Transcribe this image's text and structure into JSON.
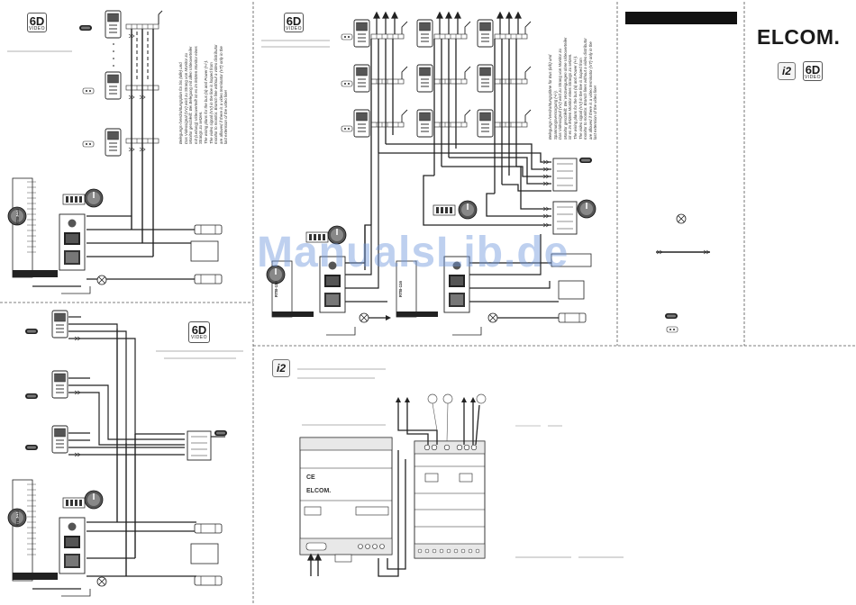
{
  "brand": {
    "logo_text": "ELCOM.",
    "watermark_text": "ManualsLib.de"
  },
  "badges": {
    "system_6d_big": "6D",
    "system_6d_small": "VIDEO",
    "system_i2": "i2"
  },
  "module_labels": {
    "door_station_module": "RTB-116"
  },
  "psu_labels": {
    "ce_mark": "CE",
    "brand": "ELCOM."
  },
  "side_notes": {
    "panel_top_left": "Belegungs-/Verdrahtungsplan für bis (alle) und\nDas Videosignal (VV) wird zu Strang von Monitor zu\nMonitor geschleift. Bei Belegung mit allen Videoverteiler\nmit (Leitung) Videoverteilt ist es im letzten Monitor eines\nStrangs zu setzen.\nThe wiring plans for the bus (a) and Power (+/-).\nThe video signal (VV) in the line is looped from\nmonitor to monitor. Branch line without a video distributor\nare allowed if there is a video terminator (VT) only in the\nlast extension of the video line!",
    "panel_top_middle": "Belegungs-/Verdrahtungspläne für Bus (a/b) und\nSpannungsversorgung (+/-).\nDas Videosignal (VV) wird zu Strang von Monitor zu\nMonitor geschleift. Bei Verzweigungen ohne Videoverteiler\nist es im letzten Monitor eines Strangs zu setzen.\nThe wiring plans for the bus (a) and Power (+/-).\nThe video signal (VV) in the line is looped from\nmonitor to monitor. Branch lines without a video distributor\nare allowed if there is a video terminator (VT) only in the\nlast extension of the video line!"
  }
}
